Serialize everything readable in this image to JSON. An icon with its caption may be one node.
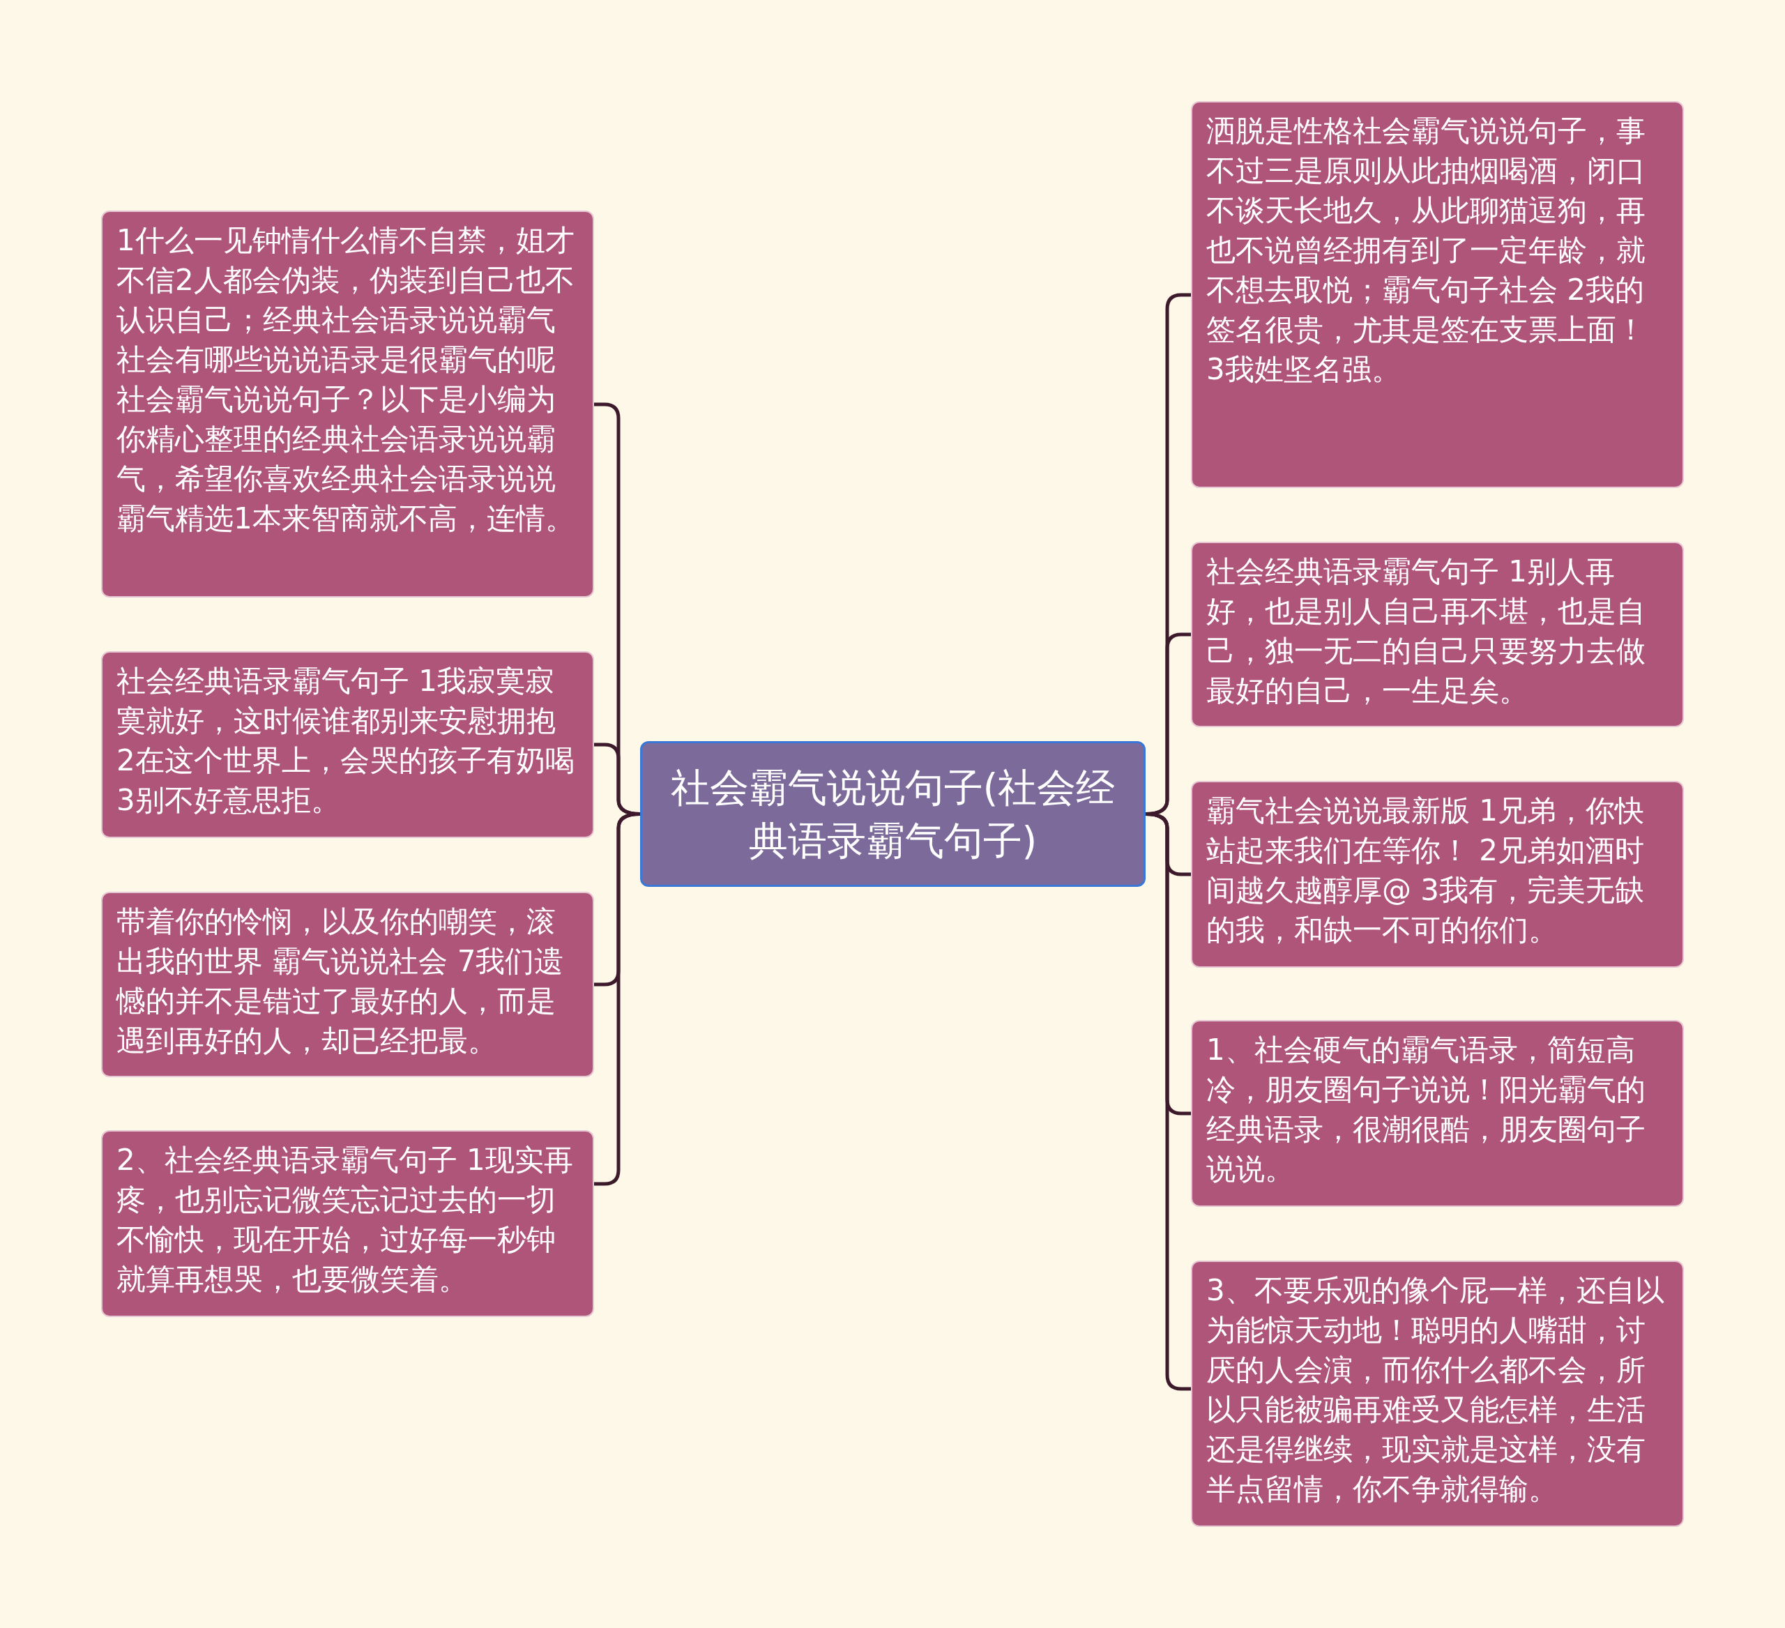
{
  "diagram": {
    "nodes": [
      {
        "text": [
          "社会霸气说说句子(社会经典语录霸气句子)"
        ]
      },
      {
        "text": [
          "1什么一见钟情什么情不自禁，姐才不信2人都会伪装，伪装到自己也不认识自己；经典社会语录说说霸气社会有哪些说说语录是很霸气的呢社会霸气说说句子？以下是小编为你精心整理的经典社会语录说说霸气，希望你喜欢经典社会语录说说霸气精选1本来智商就不高，连情。"
        ]
      },
      {
        "text": [
          "社会经典语录霸气句子 1我寂寞寂寞就好，这时候谁都别来安慰拥抱 2在这个世界上，会哭的孩子有奶喝 3别不好意思拒。"
        ]
      },
      {
        "text": [
          "带着你的怜悯，以及你的嘲笑，滚出我的世界 霸气说说社会 7我们遗憾的并不是错过了最好的人，而是遇到再好的人，却已经把最。"
        ]
      },
      {
        "text": [
          "2、社会经典语录霸气句子 1现实再疼，也别忘记微笑忘记过去的一切不愉快，现在开始，过好每一秒钟就算再想哭，也要微笑着。"
        ]
      },
      {
        "text": [
          "洒脱是性格社会霸气说说句子，事不过三是原则从此抽烟喝酒，闭口不谈天长地久，从此聊猫逗狗，再也不说曾经拥有到了一定年龄，就不想去取悦；霸气句子社会 2我的签名很贵，尤其是签在支票上面！ 3我姓坚名强。"
        ]
      },
      {
        "text": [
          "社会经典语录霸气句子 1别人再好，也是别人自己再不堪，也是自己，独一无二的自己只要努力去做最好的自己，一生足矣。"
        ]
      },
      {
        "text": [
          "霸气社会说说最新版 1兄弟，你快站起来我们在等你！ 2兄弟如酒时间越久越醇厚@ 3我有，完美无缺的我，和缺一不可的你们。"
        ]
      },
      {
        "text": [
          "1、社会硬气的霸气语录，简短高冷，朋友圈句子说说！阳光霸气的经典语录，很潮很酷，朋友圈句子说说。"
        ]
      },
      {
        "text": [
          "3、不要乐观的像个屁一样，还自以为能惊天动地！聪明的人嘴甜，讨厌的人会演，而你什么都不会，所以只能被骗再难受又能怎样，生活还是得继续，现实就是这样，没有半点留情，你不争就得输。"
        ]
      }
    ],
    "edges": [
      {
        "from": 0,
        "to": 1,
        "arrow": "none"
      },
      {
        "from": 0,
        "to": 2,
        "arrow": "none"
      },
      {
        "from": 0,
        "to": 3,
        "arrow": "none"
      },
      {
        "from": 0,
        "to": 4,
        "arrow": "none"
      },
      {
        "from": 0,
        "to": 5,
        "arrow": "none"
      },
      {
        "from": 0,
        "to": 6,
        "arrow": "none"
      },
      {
        "from": 0,
        "to": 7,
        "arrow": "none"
      },
      {
        "from": 0,
        "to": 8,
        "arrow": "none"
      },
      {
        "from": 0,
        "to": 9,
        "arrow": "none"
      }
    ]
  }
}
